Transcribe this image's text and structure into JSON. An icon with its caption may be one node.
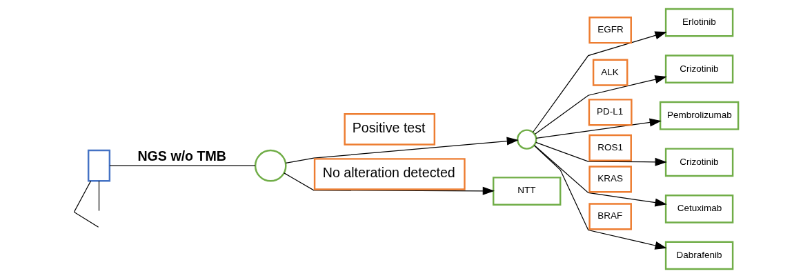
{
  "diagram": {
    "nodes": [
      {
        "text": [],
        "shape": "box"
      },
      {
        "text": [],
        "shape": "circle"
      },
      {
        "text": [],
        "shape": "circle"
      },
      {
        "text": [
          "Erlotinib"
        ]
      },
      {
        "text": [
          "Crizotinib"
        ]
      },
      {
        "text": [
          "Pembrolizumab"
        ]
      },
      {
        "text": [
          "Crizotinib"
        ]
      },
      {
        "text": [
          "Cetuximab"
        ]
      },
      {
        "text": [
          "Dabrafenib"
        ]
      },
      {
        "text": [
          "NTT"
        ]
      }
    ],
    "edges": [
      {
        "from": 0,
        "to": null,
        "arrow": "none"
      },
      {
        "from": 0,
        "to": null,
        "arrow": "none"
      },
      {
        "from": 0,
        "to": 1,
        "arrow": "none",
        "label": "NGS w/o TMB"
      },
      {
        "from": 1,
        "to": 2,
        "arrow": "to",
        "label": "Positive test"
      },
      {
        "from": 2,
        "to": 3,
        "arrow": "to",
        "label": "EGFR"
      },
      {
        "from": 2,
        "to": 4,
        "arrow": "to",
        "label": "ALK"
      },
      {
        "from": 2,
        "to": 5,
        "arrow": "to",
        "label": "PD-L1"
      },
      {
        "from": 2,
        "to": 6,
        "arrow": "to",
        "label": "ROS1"
      },
      {
        "from": 2,
        "to": 7,
        "arrow": "to",
        "label": "KRAS"
      },
      {
        "from": 2,
        "to": 8,
        "arrow": "to",
        "label": "BRAF"
      },
      {
        "from": 1,
        "to": 9,
        "arrow": "to",
        "label": "No alteration detected"
      }
    ]
  }
}
